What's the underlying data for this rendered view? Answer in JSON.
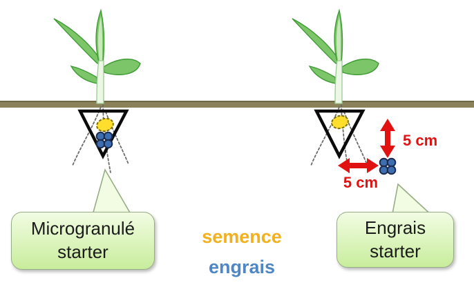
{
  "scene": {
    "bubbles": {
      "left": {
        "line1": "Microgranulé",
        "line2": "starter"
      },
      "right": {
        "line1": "Engrais",
        "line2": "starter"
      }
    },
    "legend": {
      "semence": "semence",
      "engrais": "engrais"
    },
    "measurements": {
      "depth": "5 cm",
      "distance": "5 cm"
    }
  },
  "colors": {
    "soil": "#8a8159",
    "soil_edge": "#6f6844",
    "leaf_green": "#7cc569",
    "leaf_light": "#c9e9bb",
    "leaf_outline": "#3e9a33",
    "stem_fill": "#ecf7e6",
    "stem_outline": "#9acb92",
    "seed_yellow": "#ffde2e",
    "granule_blue": "#3e6db0",
    "granule_outline": "#1b2b4e",
    "arrow_red": "#e11212",
    "seed_label_orange": "#f2b01e",
    "fertilizer_label_blue": "#4e86c6",
    "bubble_green_top": "#f2fce3",
    "bubble_green_bottom": "#c8ed9c",
    "bubble_border": "#97ad85"
  }
}
